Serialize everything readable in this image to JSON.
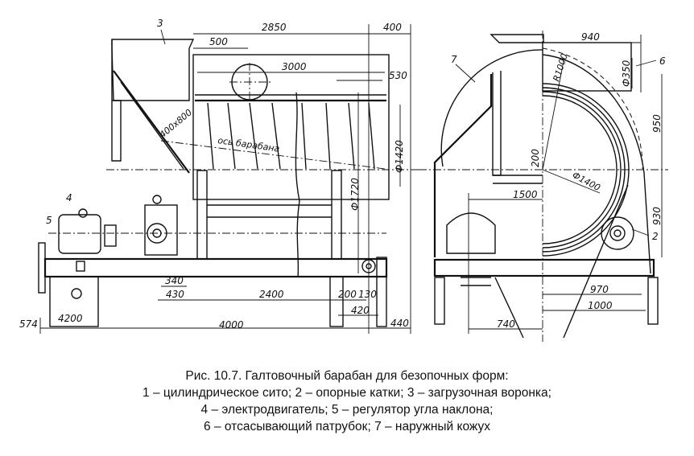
{
  "drawing": {
    "side_view": {
      "dimensions": [
        "2850",
        "400",
        "500",
        "3000",
        "530",
        "400x800",
        "Ф1420",
        "Ф1720",
        "340",
        "430",
        "2400",
        "200",
        "130",
        "420",
        "440",
        "574",
        "4200",
        "4000"
      ],
      "axis_label": "ось барабана",
      "callouts": [
        "3",
        "4",
        "5"
      ]
    },
    "end_view": {
      "dimensions": [
        "940",
        "Ф350",
        "R1000",
        "950",
        "200",
        "Ф1400",
        "1500",
        "930",
        "970",
        "1000",
        "740"
      ],
      "callouts": [
        "7",
        "6",
        "2"
      ]
    }
  },
  "caption": {
    "title": "Рис. 10.7. Галтовочный барабан для безопочных форм:",
    "line1": "1 – цилиндрическое сито; 2 – опорные катки; 3 – загрузочная воронка;",
    "line2": "4 – электродвигатель; 5 – регулятор угла наклона;",
    "line3": "6 – отсасывающий патрубок; 7 – наружный кожух"
  }
}
